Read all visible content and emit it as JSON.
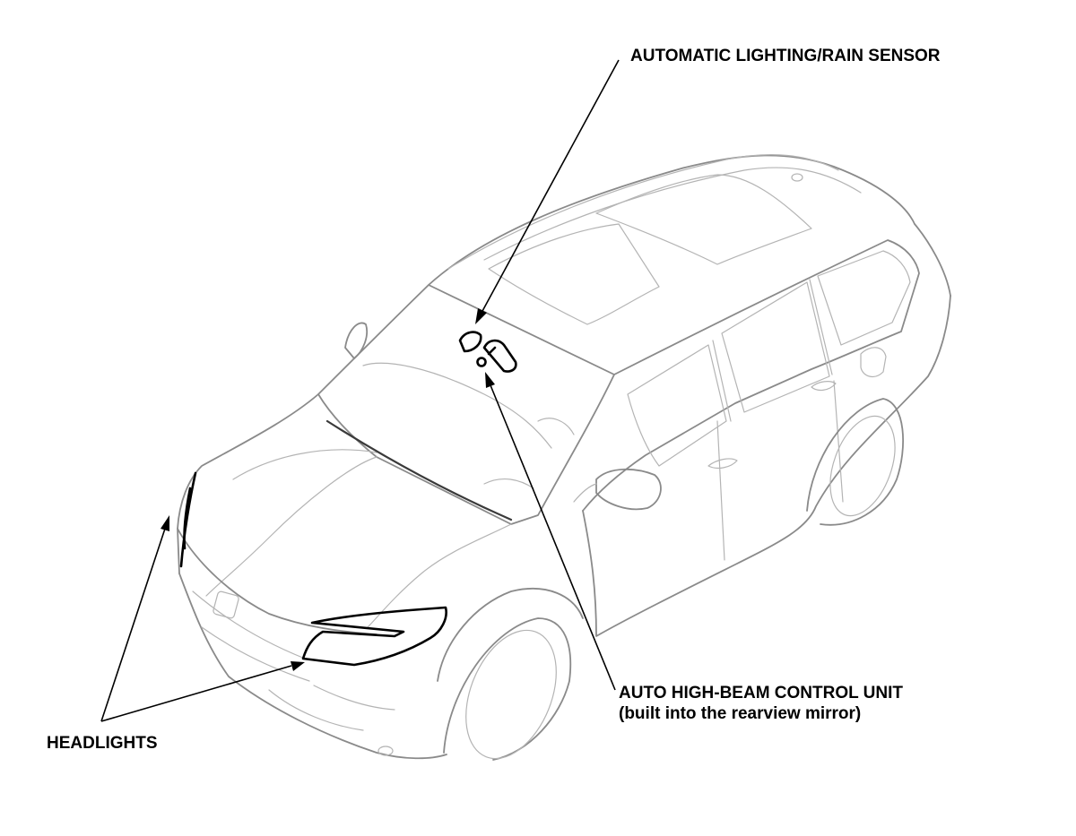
{
  "labels": {
    "sensor": "AUTOMATIC LIGHTING/RAIN SENSOR",
    "highbeam_title": "AUTO HIGH-BEAM CONTROL UNIT",
    "highbeam_sub": "(built into the rearview mirror)",
    "headlights": "HEADLIGHTS"
  }
}
